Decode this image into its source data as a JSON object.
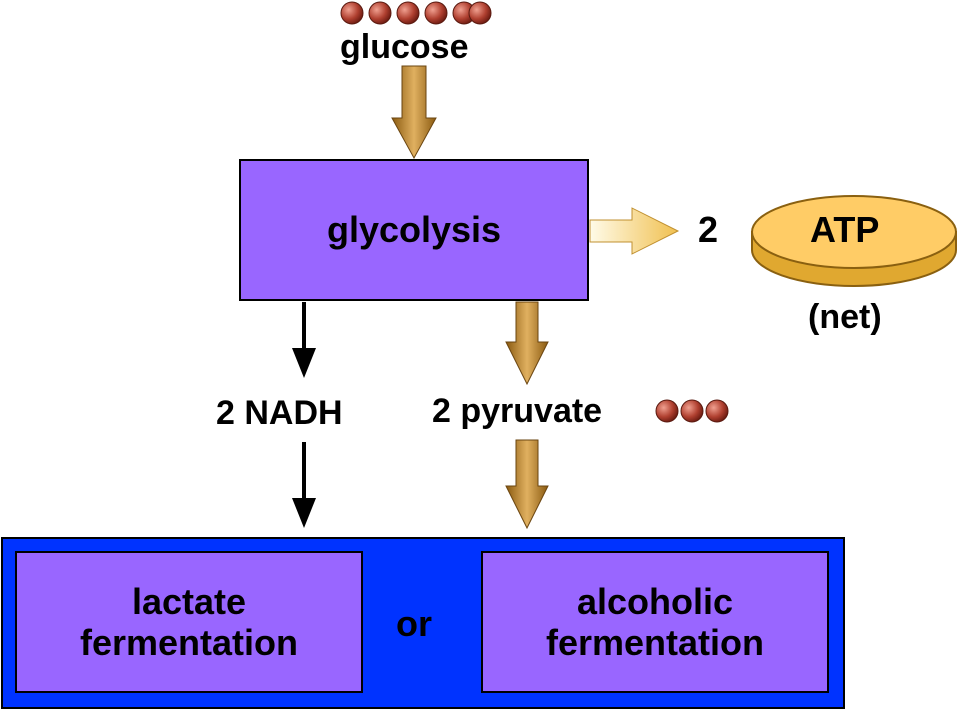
{
  "diagram": {
    "glucose_label": "glucose",
    "glycolysis_label": "glycolysis",
    "atp_count": "2",
    "atp_label": "ATP",
    "atp_note": "(net)",
    "nadh_label": "2 NADH",
    "pyruvate_label": "2 pyruvate",
    "or_label": "or",
    "lactate_line1": "lactate",
    "lactate_line2": "fermentation",
    "alcoholic_line1": "alcoholic",
    "alcoholic_line2": "fermentation"
  },
  "colors": {
    "process_box": "#9966ff",
    "outer_container": "#0033ff",
    "atp_disc": "#ffcc66",
    "carbon_bead": "#b04030",
    "flow_arrow": "#b8862a"
  }
}
